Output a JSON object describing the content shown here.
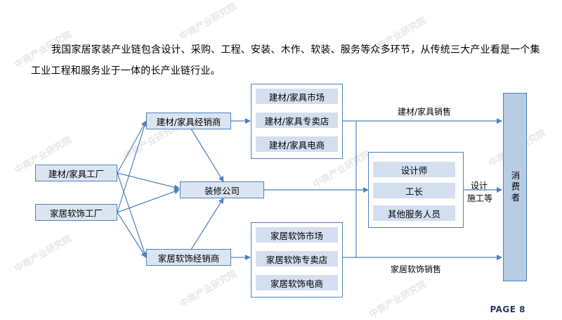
{
  "intro_text": "我国家居家装产业链包含设计、采购、工程、安装、木作、软装、服务等众多环节，从传统三大产业看是一个集工业工程和服务业于一体的长产业链行业。",
  "watermark_text": "中商产业研究院",
  "nodes": {
    "factory_building": "建材/家具工厂",
    "factory_soft": "家居软饰工厂",
    "dealer_building": "建材/家具经销商",
    "dealer_soft": "家居软饰经销商",
    "decoration_company": "装修公司",
    "building_market": "建材/家具市场",
    "building_store": "建材/家具专卖店",
    "building_ecommerce": "建材/家具电商",
    "soft_market": "家居软饰市场",
    "soft_store": "家居软饰专卖店",
    "soft_ecommerce": "家居软饰电商",
    "designer": "设计师",
    "foreman": "工长",
    "other_service": "其他服务人员",
    "consumer": "消费者"
  },
  "edge_labels": {
    "building_sales": "建材/家具销售",
    "soft_sales": "家居软饰销售",
    "design_line1": "设计",
    "design_line2": "施工等"
  },
  "page_label": "PAGE 8",
  "colors": {
    "box_fill": "#dbe5f1",
    "box_border": "#4f81bd",
    "consumer_fill": "#b8cce4",
    "arrow": "#4f81bd"
  }
}
